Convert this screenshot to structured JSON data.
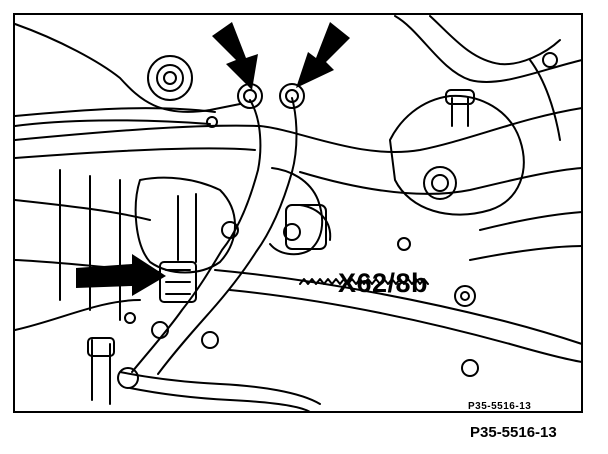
{
  "diagram": {
    "callout_label": "X62/8b",
    "inner_code": "P35-5516-13",
    "figure_code": "P35-5516-13",
    "arrows": [
      "arrow-top-left",
      "arrow-top-right",
      "arrow-left"
    ],
    "line_color": "#000000",
    "background": "#ffffff"
  }
}
